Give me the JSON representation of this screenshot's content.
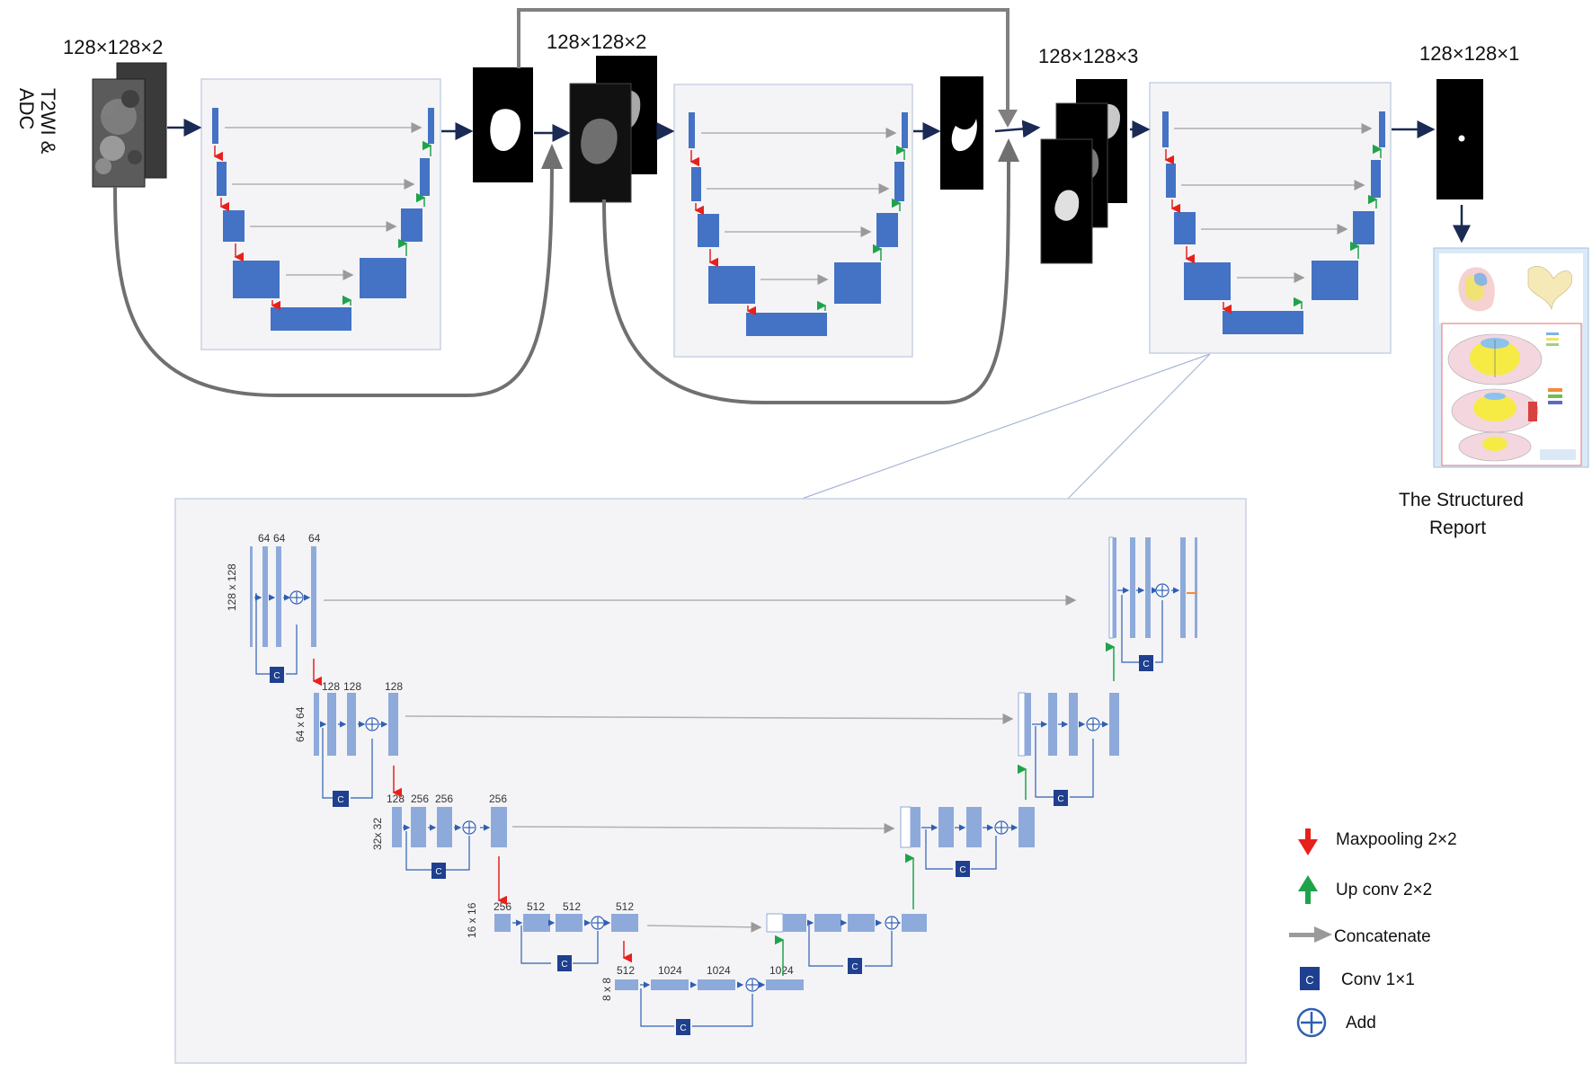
{
  "top": {
    "input_label": "T2WI &\nADC",
    "stages": [
      {
        "dims": "128×128×2"
      },
      {
        "dims": "128×128×2"
      },
      {
        "dims": "128×128×3"
      },
      {
        "dims": "128×128×1"
      }
    ],
    "report_caption_line1": "The Structured",
    "report_caption_line2": "Report"
  },
  "detail": {
    "level1": {
      "res": "128 x 128",
      "ch_a": "64",
      "ch_b": "64",
      "ch_c": "64"
    },
    "level2": {
      "res": "64 x 64",
      "ch_a": "128",
      "ch_b": "128",
      "ch_c": "128"
    },
    "level3": {
      "res": "32x 32",
      "ch_a": "128",
      "ch_b": "256",
      "ch_c": "256",
      "ch_d": "256"
    },
    "level4": {
      "res": "16 x 16",
      "ch_a": "256",
      "ch_b": "512",
      "ch_c": "512",
      "ch_d": "512"
    },
    "level5": {
      "res": "8 x 8",
      "ch_a": "512",
      "ch_b": "1024",
      "ch_c": "1024",
      "ch_d": "1024"
    },
    "conv_letter": "C"
  },
  "legend": {
    "items": [
      {
        "label": "Maxpooling 2×2",
        "icon": "red-down-arrow-icon",
        "color": "#e8201c"
      },
      {
        "label": "Up conv 2×2",
        "icon": "green-up-arrow-icon",
        "color": "#1fa34a"
      },
      {
        "label": "Concatenate",
        "icon": "gray-right-arrow-icon",
        "color": "#9a9a9a"
      },
      {
        "label": "Conv 1×1",
        "icon": "conv-c-icon",
        "color": "#1f3f8f"
      },
      {
        "label": "Add",
        "icon": "add-circle-icon",
        "color": "#2f5fb3"
      }
    ]
  },
  "colors": {
    "block_dark": "#4472c4",
    "block_light": "#8eaadb",
    "conv": "#1f3f8f",
    "panel_border": "#c9d1e3",
    "panel_fill": "#f4f4f6",
    "skip": "#707070"
  }
}
